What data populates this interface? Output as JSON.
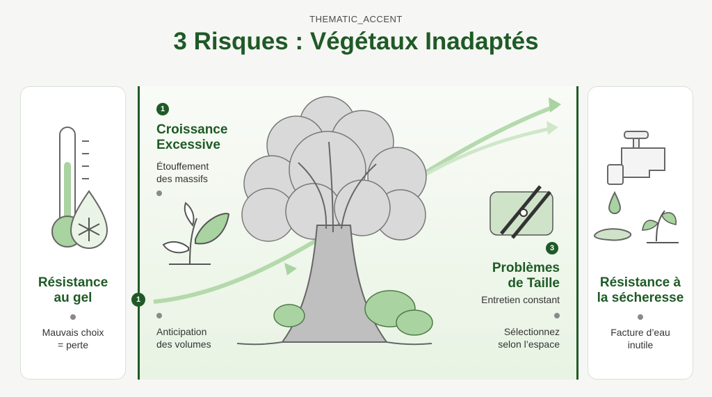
{
  "kicker": "THEMATIC_ACCENT",
  "title": "3 Risques : Végétaux Inadaptés",
  "left_card": {
    "icon": "thermometer-snowflake-icon",
    "heading_line1": "Résistance",
    "heading_line2": "au gel",
    "text_line1": "Mauvais choix",
    "text_line2": "= perte"
  },
  "right_card": {
    "icon": "faucet-drought-icon",
    "heading_line1": "Résistance à",
    "heading_line2": "la sécheresse",
    "text_line1": "Facture d’eau",
    "text_line2": "inutile"
  },
  "risk1": {
    "number": "1",
    "heading_line1": "Croissance",
    "heading_line2": "Excessive",
    "text_line1": "Étouffement",
    "text_line2": "des massifs",
    "bottom_line1": "Anticipation",
    "bottom_line2": "des volumes",
    "icon": "leaf-sprout-icon"
  },
  "risk3": {
    "number": "3",
    "heading_line1": "Problèmes",
    "heading_line2": "de Taille",
    "text_line1": "Entretien constant",
    "bottom_line1": "Sélectionnez",
    "bottom_line2": "selon l’espace",
    "icon": "pruning-shears-icon"
  },
  "arrow_marker": "1",
  "colors": {
    "accent": "#1f5a26",
    "arrow": "#a9d3a0",
    "panel": "#e8f3e3"
  }
}
